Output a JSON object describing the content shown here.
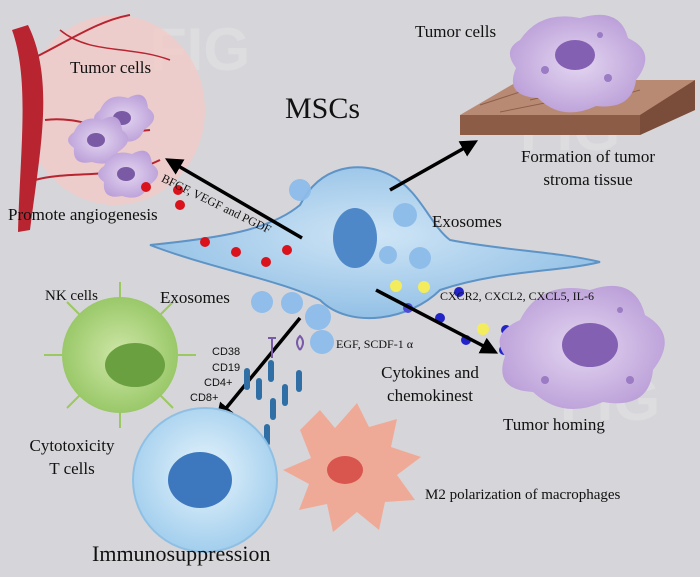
{
  "title": "MSCs",
  "labels": {
    "tumor_cells_left": "Tumor cells",
    "tumor_cells_top_right": "Tumor cells",
    "formation_line1": "Formation of tumor",
    "formation_line2": "stroma tissue",
    "growth_factors": "BFGF, VEGF and PGDF",
    "promote_angiogenesis": "Promote angiogenesis",
    "exosomes_right": "Exosomes",
    "exosomes_left": "Exosomes",
    "nk_cells": "NK cells",
    "cytokine_list": "CXCR2, CXCL2, CXCL5, IL-6",
    "egf": "EGF, SCDF-1 α",
    "cytokines_line1": "Cytokines and",
    "cytokines_line2": "chemokinest",
    "tumor_homing": "Tumor homing",
    "cytotoxicity_line1": "Cytotoxicity",
    "cytotoxicity_line2": "T cells",
    "m2_polarization": "M2 polarization of macrophages",
    "immunosuppression": "Immunosuppression",
    "markers": [
      "CD38",
      "CD19",
      "CD4+",
      "CD8+"
    ]
  },
  "colors": {
    "background": "#d6d6da",
    "msc_cell": "#a9cdea",
    "tumor_cell": "#c9b2e0",
    "nk_cell": "#a5cf78",
    "t_cell": "#bfe1f6",
    "macrophage": "#f0a894",
    "stroma": "#9a6a55",
    "vessel": "#b8242f",
    "red_dot": "#d9121b",
    "yellow_dot": "#f3ec5c",
    "blue_dot": "#2224c8",
    "arrow": "#000000"
  }
}
